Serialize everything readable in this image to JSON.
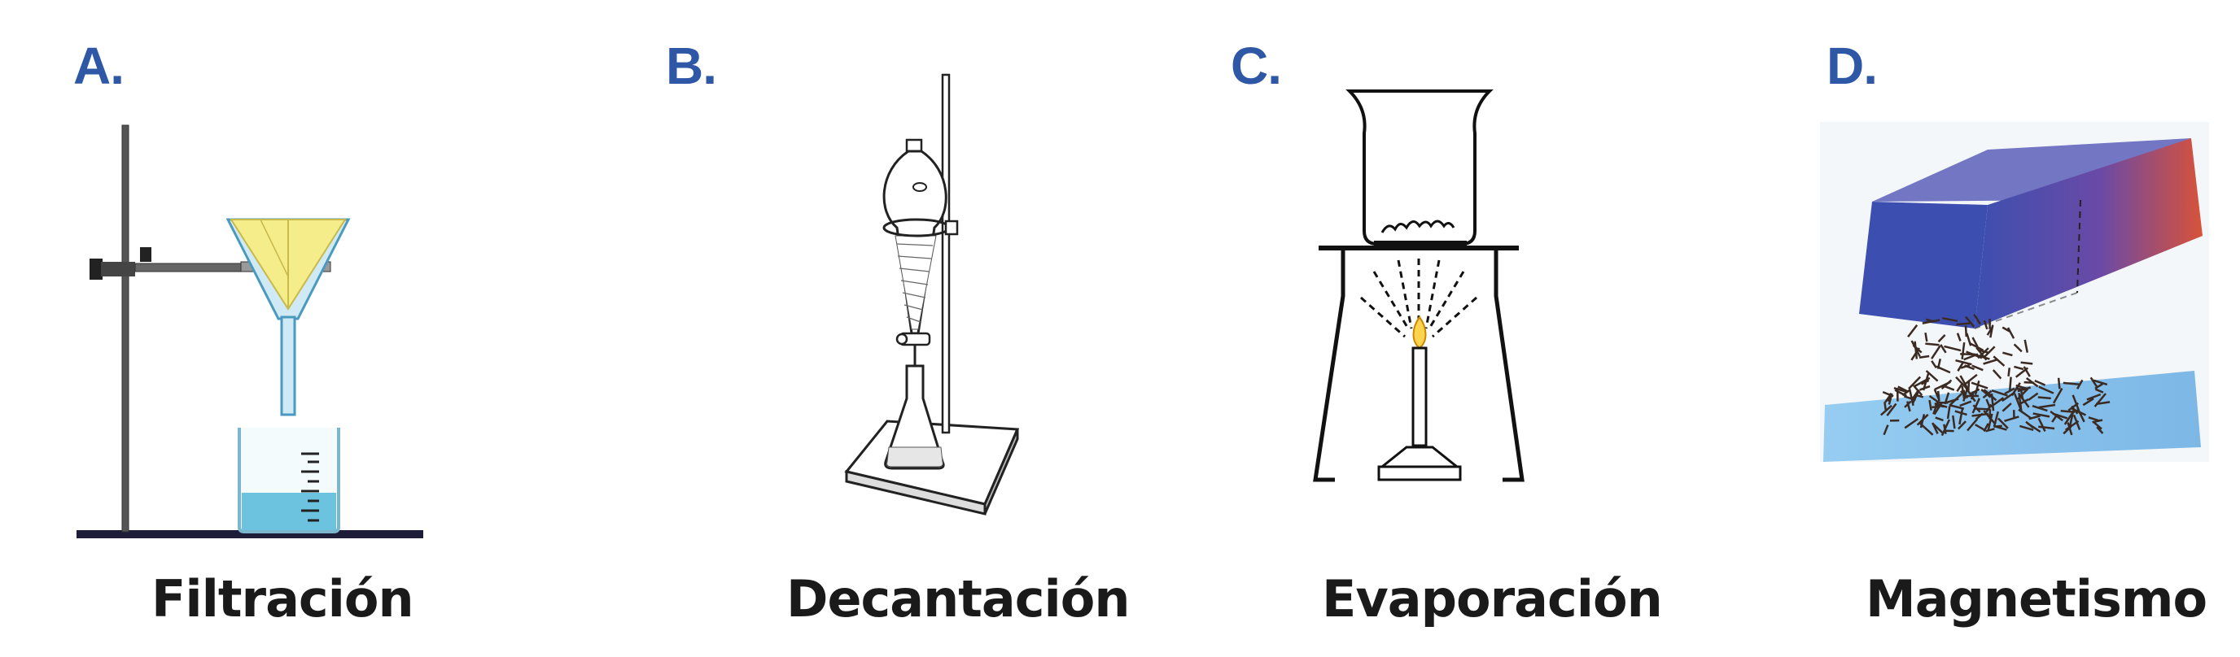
{
  "panels": [
    {
      "letter": "A.",
      "caption": "Filtración"
    },
    {
      "letter": "B.",
      "caption": "Decantación"
    },
    {
      "letter": "C.",
      "caption": "Evaporación"
    },
    {
      "letter": "D.",
      "caption": "Magnetismo"
    }
  ],
  "colors": {
    "label_blue": "#2e57a6",
    "filter_paper": "#f5ec8a",
    "liquid": "#6cc3e0",
    "magnet_left": "#3c4fb0",
    "magnet_right": "#d8523a",
    "sheet": "#8cc8f0"
  }
}
